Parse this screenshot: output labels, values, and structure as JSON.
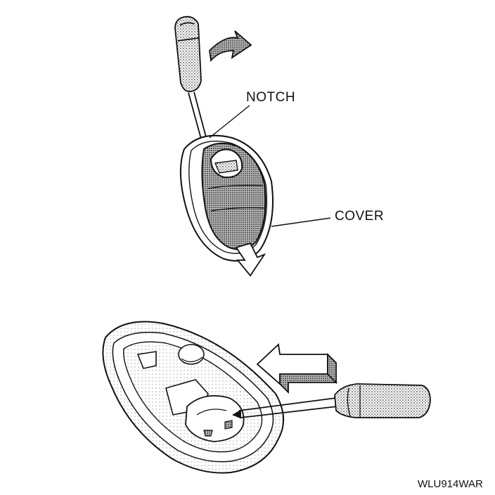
{
  "labels": {
    "notch": "NOTCH",
    "cover": "COVER"
  },
  "figure_code": "WLU914WAR",
  "colors": {
    "ink": "#111111",
    "shade": "#9a9a9a",
    "dark": "#555555",
    "paper": "#ffffff"
  }
}
